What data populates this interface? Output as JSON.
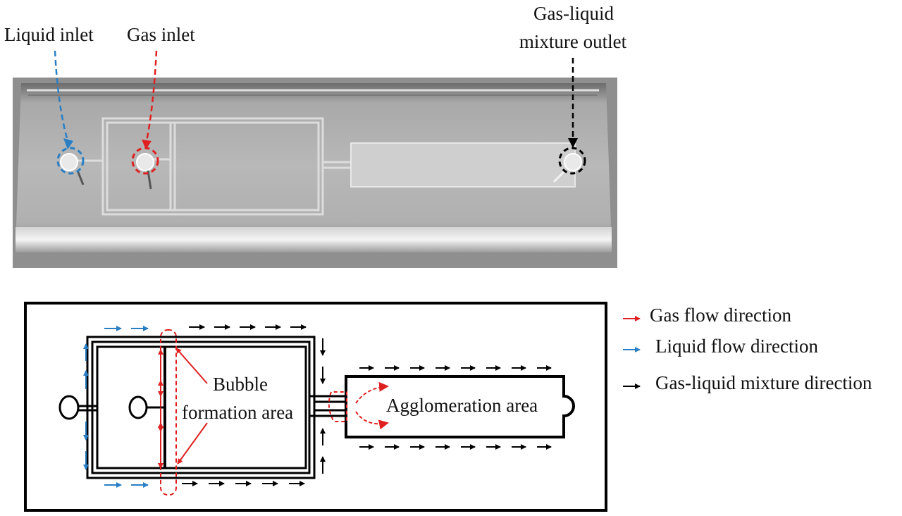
{
  "photo": {
    "labels": {
      "liquid_inlet": "Liquid inlet",
      "gas_inlet": "Gas inlet",
      "outlet_line1": "Gas-liquid",
      "outlet_line2": "mixture outlet"
    }
  },
  "schematic": {
    "labels": {
      "bubble_line1": "Bubble",
      "bubble_line2": "formation area",
      "agglomeration": "Agglomeration area"
    }
  },
  "legend": {
    "items": [
      {
        "label": "Gas flow direction",
        "color": "#e02020"
      },
      {
        "label": "Liquid flow direction",
        "color": "#2a7fc4"
      },
      {
        "label": "Gas-liquid mixture direction",
        "color": "#000000"
      }
    ]
  },
  "colors": {
    "gas": "#e02020",
    "liquid": "#2a7fc4",
    "mixture": "#000000"
  }
}
